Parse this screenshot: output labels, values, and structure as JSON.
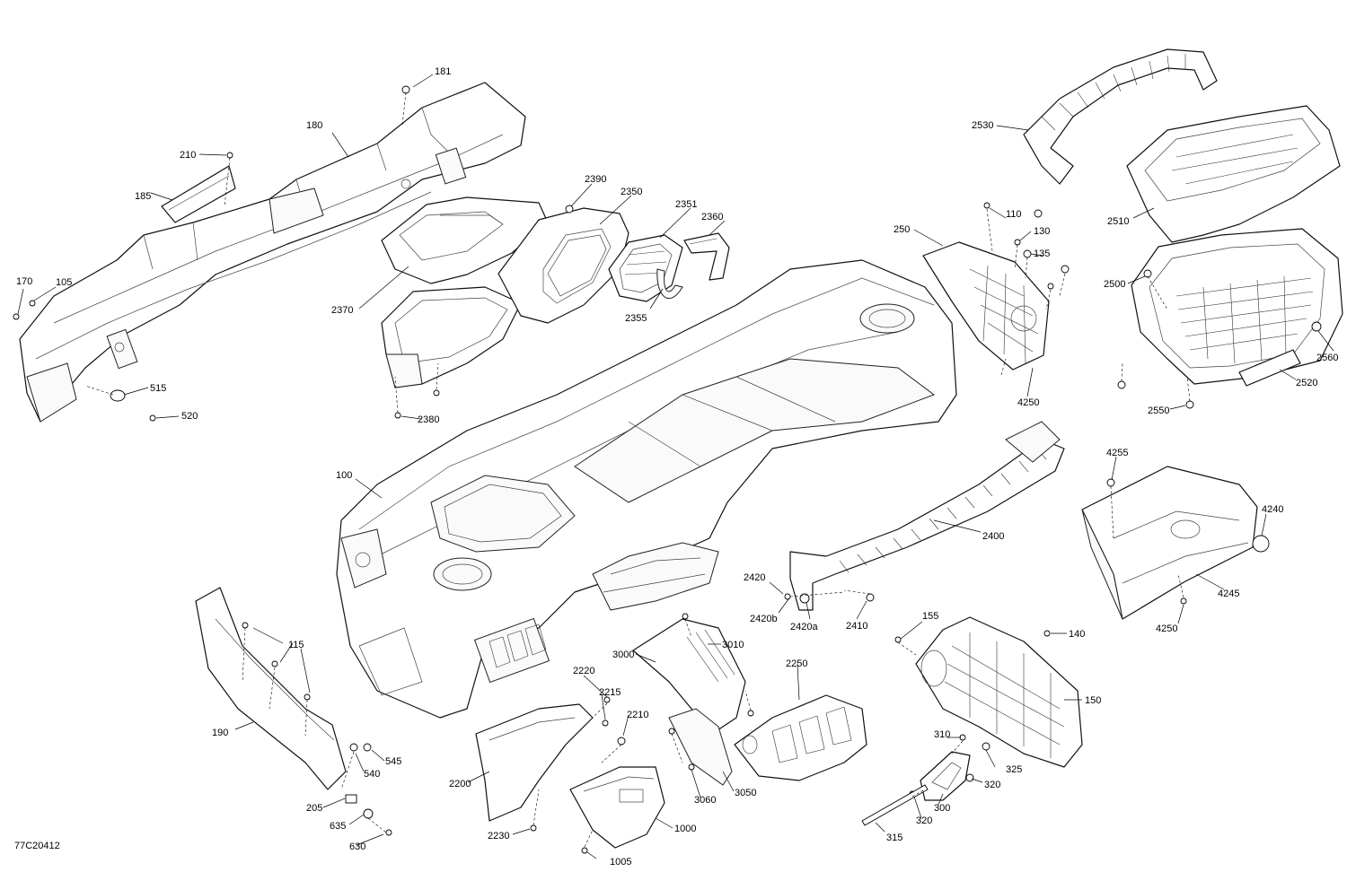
{
  "diagram_code": "77C20412",
  "callouts": [
    {
      "id": "181",
      "label": "181"
    },
    {
      "id": "180",
      "label": "180"
    },
    {
      "id": "210",
      "label": "210"
    },
    {
      "id": "185",
      "label": "185"
    },
    {
      "id": "170",
      "label": "170"
    },
    {
      "id": "105",
      "label": "105"
    },
    {
      "id": "515",
      "label": "515"
    },
    {
      "id": "520",
      "label": "520"
    },
    {
      "id": "2370",
      "label": "2370"
    },
    {
      "id": "2380",
      "label": "2380"
    },
    {
      "id": "2390",
      "label": "2390"
    },
    {
      "id": "2350",
      "label": "2350"
    },
    {
      "id": "2351",
      "label": "2351"
    },
    {
      "id": "2360",
      "label": "2360"
    },
    {
      "id": "2355",
      "label": "2355"
    },
    {
      "id": "100",
      "label": "100"
    },
    {
      "id": "250",
      "label": "250"
    },
    {
      "id": "110",
      "label": "110"
    },
    {
      "id": "130",
      "label": "130"
    },
    {
      "id": "135",
      "label": "135"
    },
    {
      "id": "4250a",
      "label": "4250"
    },
    {
      "id": "2530",
      "label": "2530"
    },
    {
      "id": "2510",
      "label": "2510"
    },
    {
      "id": "2500",
      "label": "2500"
    },
    {
      "id": "2560",
      "label": "2560"
    },
    {
      "id": "2520",
      "label": "2520"
    },
    {
      "id": "2550",
      "label": "2550"
    },
    {
      "id": "4255",
      "label": "4255"
    },
    {
      "id": "4240",
      "label": "4240"
    },
    {
      "id": "4245",
      "label": "4245"
    },
    {
      "id": "4250b",
      "label": "4250"
    },
    {
      "id": "2400",
      "label": "2400"
    },
    {
      "id": "2420",
      "label": "2420"
    },
    {
      "id": "2420b",
      "label": "2420b"
    },
    {
      "id": "2420a",
      "label": "2420a"
    },
    {
      "id": "2410",
      "label": "2410"
    },
    {
      "id": "155",
      "label": "155"
    },
    {
      "id": "140",
      "label": "140"
    },
    {
      "id": "150",
      "label": "150"
    },
    {
      "id": "115",
      "label": "115"
    },
    {
      "id": "190",
      "label": "190"
    },
    {
      "id": "545",
      "label": "545"
    },
    {
      "id": "540",
      "label": "540"
    },
    {
      "id": "205",
      "label": "205"
    },
    {
      "id": "635",
      "label": "635"
    },
    {
      "id": "630",
      "label": "630"
    },
    {
      "id": "3000",
      "label": "3000"
    },
    {
      "id": "3010",
      "label": "3010"
    },
    {
      "id": "2250",
      "label": "2250"
    },
    {
      "id": "2220",
      "label": "2220"
    },
    {
      "id": "2215",
      "label": "2215"
    },
    {
      "id": "2210",
      "label": "2210"
    },
    {
      "id": "2200",
      "label": "2200"
    },
    {
      "id": "2230",
      "label": "2230"
    },
    {
      "id": "1000",
      "label": "1000"
    },
    {
      "id": "1005",
      "label": "1005"
    },
    {
      "id": "3060",
      "label": "3060"
    },
    {
      "id": "3050",
      "label": "3050"
    },
    {
      "id": "310",
      "label": "310"
    },
    {
      "id": "325",
      "label": "325"
    },
    {
      "id": "320a",
      "label": "320"
    },
    {
      "id": "320b",
      "label": "320"
    },
    {
      "id": "300",
      "label": "300"
    },
    {
      "id": "315",
      "label": "315"
    }
  ]
}
